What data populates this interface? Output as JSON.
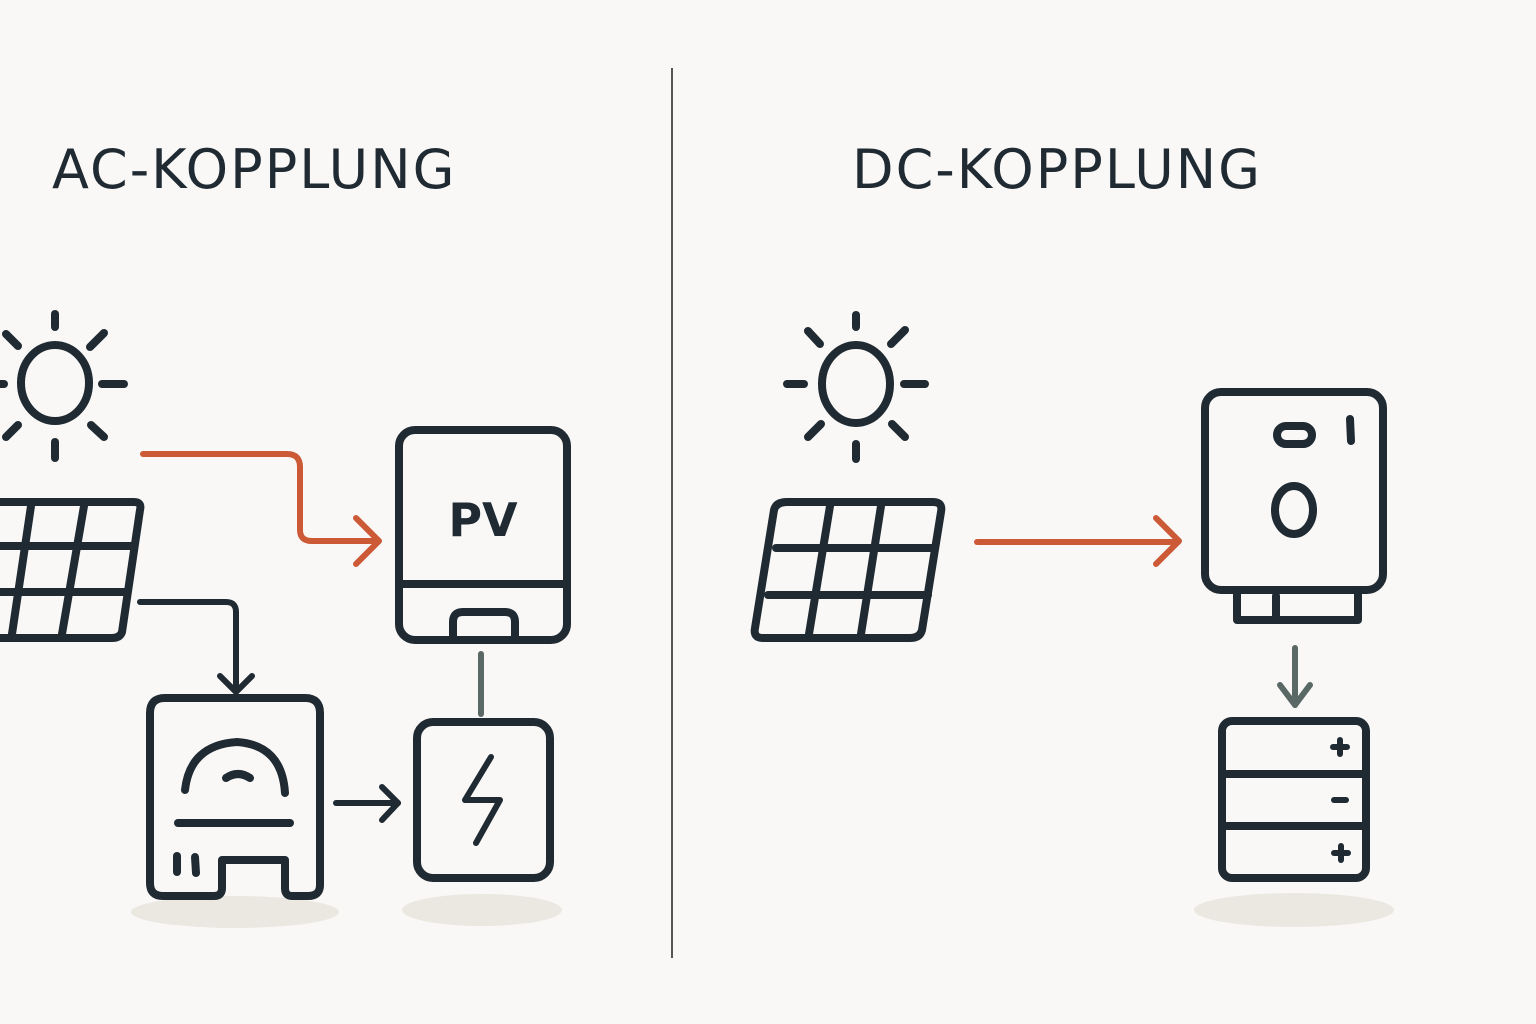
{
  "titles": {
    "left": "AC-KOPPLUNG",
    "right": "DC-KOPPLUNG"
  },
  "colors": {
    "background": "#f9f8f6",
    "outline": "#1f2a33",
    "energy_flow": "#cc5a36",
    "connector": "#5a6866",
    "divider": "#555555",
    "shadow": "#ebe8e1"
  },
  "ac_panel": {
    "components": [
      {
        "name": "sun",
        "icon": "sun-icon"
      },
      {
        "name": "solar-panel",
        "icon": "solar-panel-icon"
      },
      {
        "name": "pv-inverter",
        "icon": "inverter-icon",
        "label": "PV"
      },
      {
        "name": "battery-inverter",
        "icon": "battery-inverter-icon"
      },
      {
        "name": "grid-connection",
        "icon": "lightning-icon"
      }
    ],
    "flows": [
      {
        "from": "solar-panel",
        "to": "pv-inverter",
        "color": "energy_flow"
      },
      {
        "from": "solar-panel",
        "to": "battery-inverter",
        "color": "outline"
      },
      {
        "from": "battery-inverter",
        "to": "grid-connection",
        "color": "outline"
      },
      {
        "from": "pv-inverter",
        "to": "grid-connection",
        "color": "connector"
      }
    ]
  },
  "dc_panel": {
    "components": [
      {
        "name": "sun",
        "icon": "sun-icon"
      },
      {
        "name": "solar-panel",
        "icon": "solar-panel-icon"
      },
      {
        "name": "hybrid-inverter",
        "icon": "hybrid-inverter-icon"
      },
      {
        "name": "battery-storage",
        "icon": "battery-stack-icon",
        "cell_marks": [
          "+",
          "−",
          "+"
        ]
      }
    ],
    "flows": [
      {
        "from": "solar-panel",
        "to": "hybrid-inverter",
        "color": "energy_flow"
      },
      {
        "from": "hybrid-inverter",
        "to": "battery-storage",
        "color": "connector"
      }
    ]
  }
}
